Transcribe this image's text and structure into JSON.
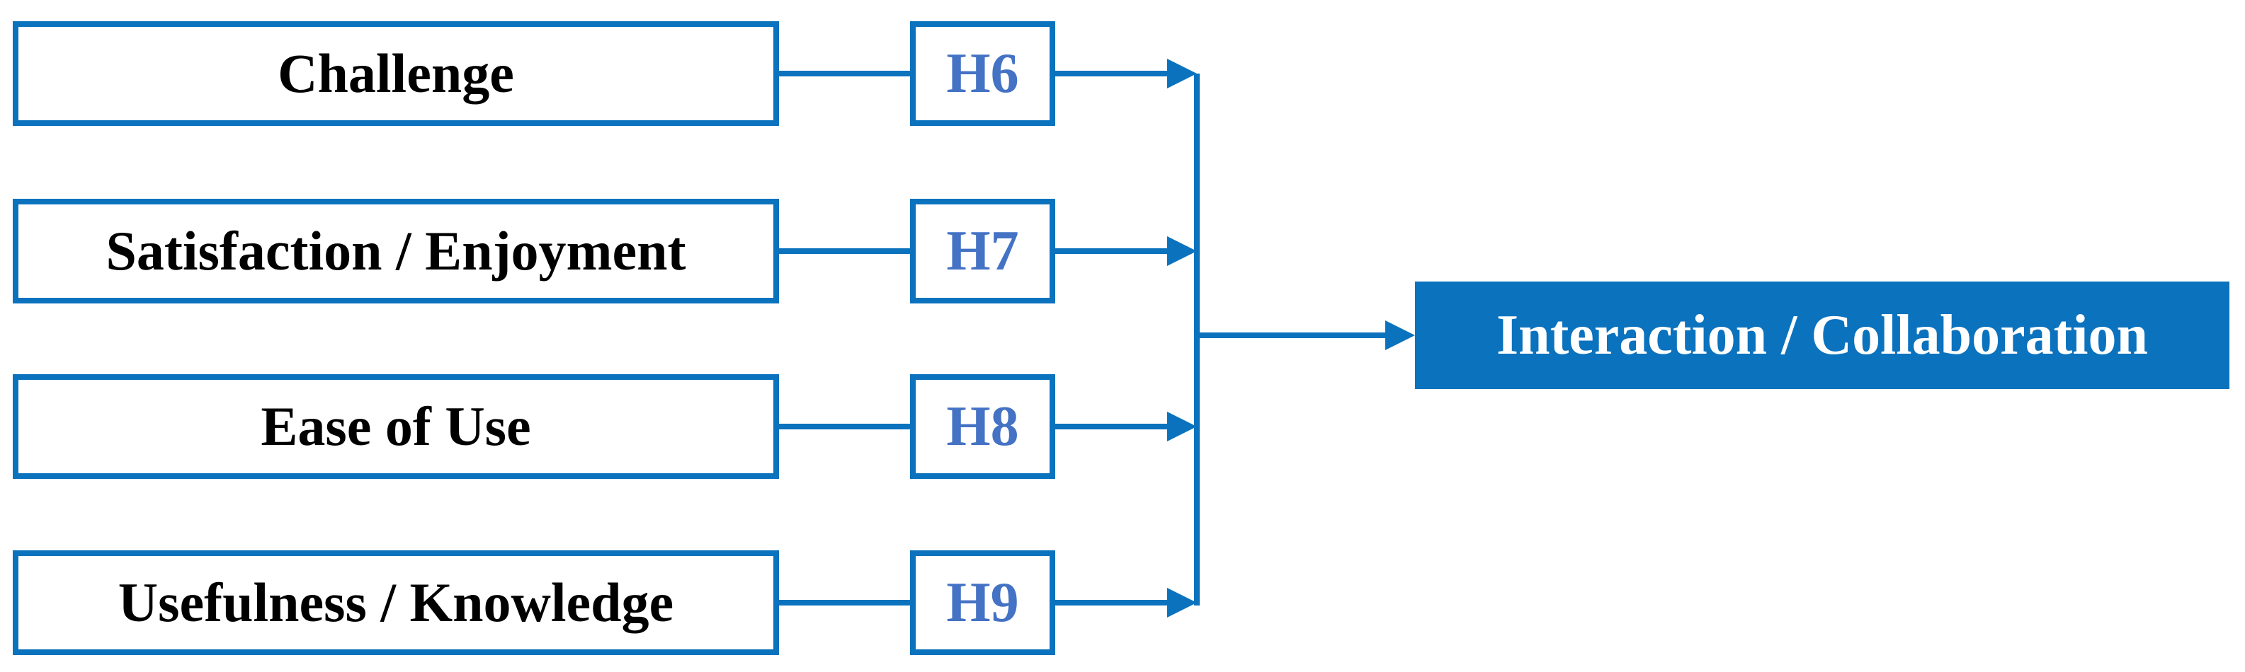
{
  "colors": {
    "line": "#0b72be",
    "h_label": "#4472c4",
    "box_border": "#0b72be",
    "box_fill": "#ffffff",
    "box_text": "#000000",
    "outcome_fill": "#0b72be",
    "outcome_text": "#ffffff",
    "background": "#ffffff"
  },
  "diagram": {
    "type": "hypothesis-path-diagram",
    "predictors": [
      {
        "label": "Challenge",
        "hypothesis": "H6"
      },
      {
        "label": "Satisfaction / Enjoyment",
        "hypothesis": "H7"
      },
      {
        "label": "Ease of Use",
        "hypothesis": "H8"
      },
      {
        "label": "Usefulness / Knowledge",
        "hypothesis": "H9"
      }
    ],
    "outcome": {
      "label": "Interaction / Collaboration"
    }
  }
}
